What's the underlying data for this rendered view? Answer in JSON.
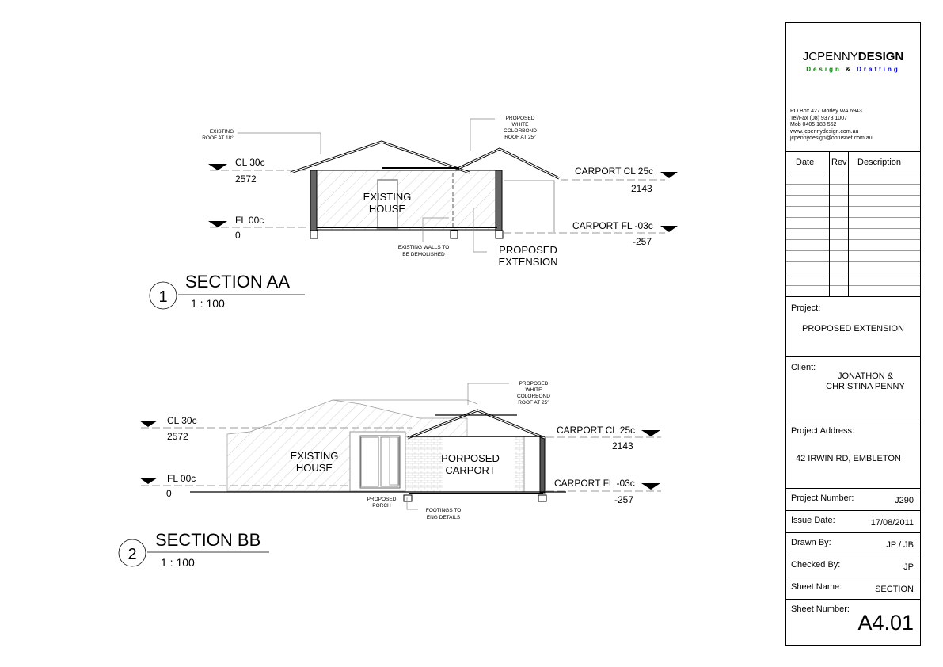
{
  "firm": {
    "name_light": "JCPENNY",
    "name_bold": "DESIGN",
    "tagline_a": "Design",
    "tagline_amp": "&",
    "tagline_b": "Drafting",
    "address": "PO Box 427  Morley WA 6943",
    "telfax": "Tel/Fax    (08) 9378 1007",
    "mobile": "Mob 0405 183 552",
    "web": "www.jcpennydesign.com.au",
    "email": "jcpennydesign@optusnet.com.au",
    "colors": {
      "tagline_a": "#008000",
      "tagline_b": "#0000cc"
    }
  },
  "revisions": {
    "headers": [
      "Date",
      "Rev",
      "Description"
    ],
    "rows": []
  },
  "project": {
    "label": "Project:",
    "value": "PROPOSED EXTENSION"
  },
  "client": {
    "label": "Client:",
    "value_1": "JONATHON &",
    "value_2": "CHRISTINA PENNY"
  },
  "address": {
    "label": "Project Address:",
    "value": "42 IRWIN RD, EMBLETON"
  },
  "fields": [
    {
      "label": "Project Number:",
      "value": "J290"
    },
    {
      "label": "Issue Date:",
      "value": "17/08/2011"
    },
    {
      "label": "Drawn By:",
      "value": "JP / JB"
    },
    {
      "label": "Checked By:",
      "value": "JP"
    },
    {
      "label": "Sheet Name:",
      "value": "SECTION"
    }
  ],
  "sheet_number": {
    "label": "Sheet Number:",
    "value": "A4.01"
  },
  "section_aa": {
    "number": "1",
    "title": "SECTION AA",
    "scale": "1 : 100",
    "cl_label": "CL 30c",
    "cl_value": "2572",
    "fl_label": "FL 00c",
    "fl_value": "0",
    "carport_cl_label": "CARPORT CL 25c",
    "carport_cl_value": "2143",
    "carport_fl_label": "CARPORT FL -03c",
    "carport_fl_value": "-257",
    "existing_roof": [
      "EXISTING",
      "ROOF AT 18°"
    ],
    "proposed_roof": [
      "PROPOSED",
      "WHITE",
      "COLORBOND",
      "ROOF AT 25°"
    ],
    "existing_house": [
      "EXISTING",
      "HOUSE"
    ],
    "demolish": [
      "EXISTING WALLS TO",
      "BE DEMOLISHED"
    ],
    "proposed_extension": [
      "PROPOSED",
      "EXTENSION"
    ]
  },
  "section_bb": {
    "number": "2",
    "title": "SECTION BB",
    "scale": "1 : 100",
    "cl_label": "CL 30c",
    "cl_value": "2572",
    "fl_label": "FL 00c",
    "fl_value": "0",
    "carport_cl_label": "CARPORT CL 25c",
    "carport_cl_value": "2143",
    "carport_fl_label": "CARPORT FL -03c",
    "carport_fl_value": "-257",
    "proposed_roof": [
      "PROPOSED",
      "WHITE",
      "COLORBOND",
      "ROOF AT 25°"
    ],
    "existing_house": [
      "EXISTING",
      "HOUSE"
    ],
    "carport": [
      "PORPOSED",
      "CARPORT"
    ],
    "porch": [
      "PROPOSED",
      "PORCH"
    ],
    "footings": [
      "FOOTINGS TO",
      "ENG DETAILS"
    ]
  }
}
